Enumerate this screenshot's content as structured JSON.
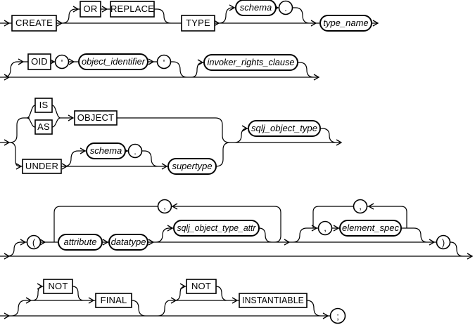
{
  "diagram": {
    "kind": "railroad-syntax-diagram",
    "statement": "CREATE TYPE",
    "colors": {
      "line": "#000000",
      "shape_fill": "#ffffff",
      "text": "#000000",
      "background": "#ffffff"
    },
    "rows": {
      "row1": {
        "create": "CREATE",
        "or": "OR",
        "replace": "REPLACE",
        "type": "TYPE",
        "schema": "schema",
        "dot": ".",
        "type_name": "type_name"
      },
      "row2": {
        "oid": "OID",
        "quote1": "'",
        "object_identifier": "object_identifier",
        "quote2": "'",
        "invoker_rights_clause": "invoker_rights_clause"
      },
      "row3": {
        "is": "IS",
        "as": "AS",
        "object": "OBJECT",
        "under": "UNDER",
        "schema": "schema",
        "dot": ".",
        "supertype": "supertype",
        "sqlj_object_type": "sqlj_object_type"
      },
      "row4": {
        "open_paren": "(",
        "loop_comma": ",",
        "attribute": "attribute",
        "datatype": "datatype",
        "sqlj_object_type_attr": "sqlj_object_type_attr",
        "comma": ",",
        "element_spec": "element_spec",
        "loop_comma2": ",",
        "close_paren": ")"
      },
      "row5": {
        "not1": "NOT",
        "final": "FINAL",
        "not2": "NOT",
        "instantiable": "INSTANTIABLE",
        "semicolon": ";"
      }
    }
  }
}
